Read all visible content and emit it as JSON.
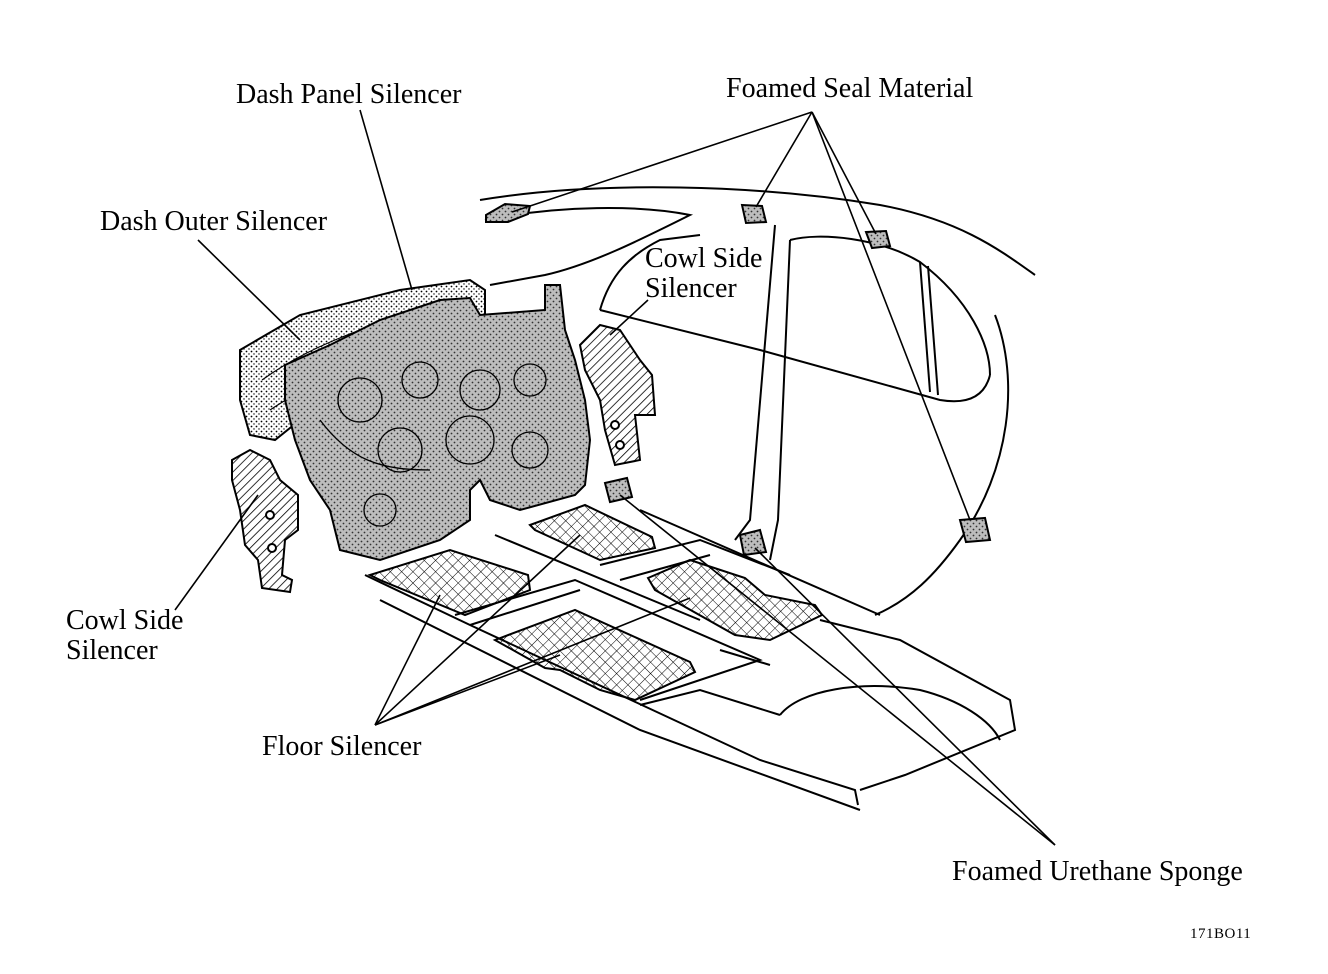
{
  "labels": {
    "dash_panel_silencer": "Dash Panel Silencer",
    "foamed_seal_material": "Foamed Seal Material",
    "dash_outer_silencer": "Dash Outer Silencer",
    "cowl_side_silencer_right_line1": "Cowl Side",
    "cowl_side_silencer_right_line2": "Silencer",
    "cowl_side_silencer_left_line1": "Cowl Side",
    "cowl_side_silencer_left_line2": "Silencer",
    "floor_silencer": "Floor Silencer",
    "foamed_urethane_sponge": "Foamed Urethane Sponge"
  },
  "figure_code": "171BO11",
  "colors": {
    "ink": "#000000",
    "paper": "#ffffff"
  }
}
